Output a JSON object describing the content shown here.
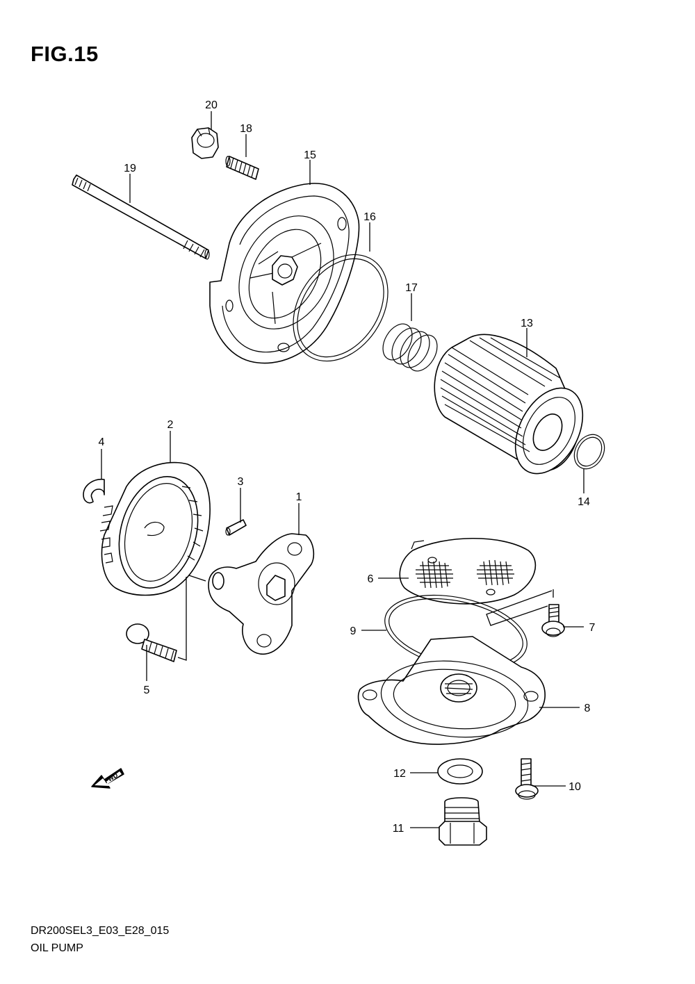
{
  "header": {
    "figure": "FIG.15"
  },
  "footer": {
    "code": "DR200SEL3_E03_E28_015",
    "name": "OIL PUMP"
  },
  "fwd_arrow": {
    "text": "FWD"
  },
  "callouts": [
    {
      "id": "p1",
      "label": "1"
    },
    {
      "id": "p2",
      "label": "2"
    },
    {
      "id": "p3",
      "label": "3"
    },
    {
      "id": "p4",
      "label": "4"
    },
    {
      "id": "p5",
      "label": "5"
    },
    {
      "id": "p6",
      "label": "6"
    },
    {
      "id": "p7",
      "label": "7"
    },
    {
      "id": "p8",
      "label": "8"
    },
    {
      "id": "p9",
      "label": "9"
    },
    {
      "id": "p10",
      "label": "10"
    },
    {
      "id": "p11",
      "label": "11"
    },
    {
      "id": "p12",
      "label": "12"
    },
    {
      "id": "p13",
      "label": "13"
    },
    {
      "id": "p14",
      "label": "14"
    },
    {
      "id": "p15",
      "label": "15"
    },
    {
      "id": "p16",
      "label": "16"
    },
    {
      "id": "p17",
      "label": "17"
    },
    {
      "id": "p18",
      "label": "18"
    },
    {
      "id": "p19",
      "label": "19"
    },
    {
      "id": "p20",
      "label": "20"
    }
  ]
}
